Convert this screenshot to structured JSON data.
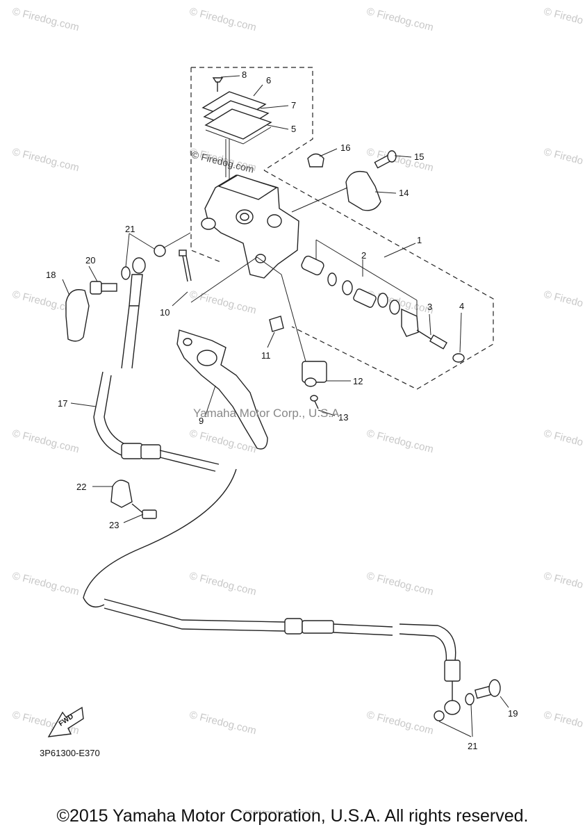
{
  "diagram": {
    "code": "3P61300-E370",
    "fwd_label": "FWD",
    "copyright": "©2015 Yamaha Motor Corporation, U.S.A. All rights reserved.",
    "inline_watermark": "Yamaha Motor Corp., U.S.A.",
    "firedog_watermark": "© Firedog.com",
    "fine_print": "(c) 2005-2015 Yamaha Motor Corporation, U.S.A.",
    "callouts": [
      "1",
      "2",
      "3",
      "4",
      "5",
      "6",
      "7",
      "8",
      "9",
      "10",
      "11",
      "12",
      "13",
      "14",
      "15",
      "16",
      "17",
      "18",
      "19",
      "20",
      "21",
      "21",
      "22",
      "23"
    ]
  }
}
